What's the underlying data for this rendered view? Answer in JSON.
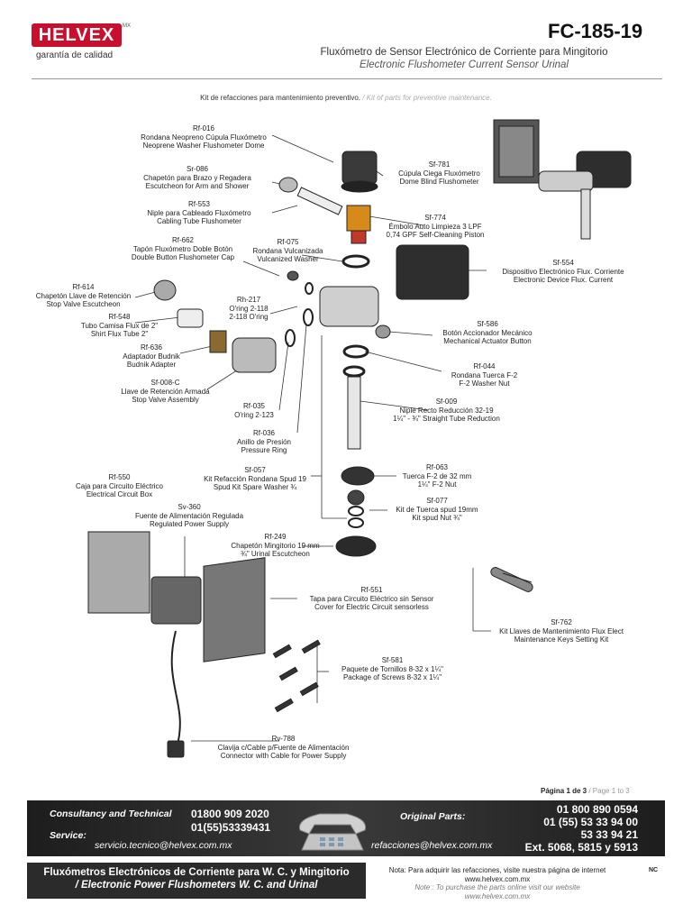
{
  "header": {
    "brand": "HELVEX",
    "brand_mark": "MX",
    "tagline": "garantía de calidad",
    "model": "FC-185-19",
    "title_es": "Fluxómetro de Sensor Electrónico de Corriente para Mingitorio",
    "title_en": "Electronic Flushometer Current Sensor Urinal",
    "kit_es": "Kit de refacciones para mantenimiento preventivo.",
    "kit_en": " / Kit of parts for preventive maintenance."
  },
  "parts": [
    {
      "code": "Rf-016",
      "es": "Rondana Neopreno Cúpula Fluxómetro",
      "en": "Neoprene Washer Flushometer Dome"
    },
    {
      "code": "Sr-086",
      "es": "Chapetón para Brazo y Regadera",
      "en": "Escutcheon for Arm and Shower"
    },
    {
      "code": "Rf-553",
      "es": "Niple para Cableado Fluxómetro",
      "en": "Cabling Tube Flushometer"
    },
    {
      "code": "Rf-662",
      "es": "Tapón Fluxómetro Doble Botón",
      "en": "Double Button Flushometer Cap"
    },
    {
      "code": "Rf-075",
      "es": "Rondana Vulcanizada",
      "en": "Vulcanized Washer"
    },
    {
      "code": "Sf-781",
      "es": "Cúpula Ciega Fluxómetro",
      "en": "Dome Blind Flushometer"
    },
    {
      "code": "Sf-774",
      "es": "Émbolo Auto Limpieza 3 LPF",
      "en": "0,74 GPF Self-Cleaning Piston"
    },
    {
      "code": "Rf-614",
      "es": "Chapetón Llave de Retención",
      "en": "Stop Valve Escutcheon"
    },
    {
      "code": "Rf-548",
      "es": "Tubo Camisa Flux de 2\"",
      "en": "Shirt Flux Tube 2\""
    },
    {
      "code": "Rh-217",
      "es": "O'ring 2-118",
      "en": "2-118 O'ring"
    },
    {
      "code": "Rf-636",
      "es": "Adaptador Budnik",
      "en": "Budnik Adapter"
    },
    {
      "code": "Sf-008-C",
      "es": "Llave de Retención Armada",
      "en": "Stop Valve Assembly"
    },
    {
      "code": "Rf-035",
      "es": "O'ring 2-123",
      "en": ""
    },
    {
      "code": "Rf-036",
      "es": "Anillo de Presión",
      "en": "Pressure Ring"
    },
    {
      "code": "Sf-554",
      "es": "Dispositivo Electrónico Flux. Corriente",
      "en": "Electronic Device Flux. Current"
    },
    {
      "code": "Sf-586",
      "es": "Botón Accionador Mecánico",
      "en": "Mechanical Actuator Button"
    },
    {
      "code": "Rf-044",
      "es": "Rondana Tuerca F-2",
      "en": "F-2 Washer Nut"
    },
    {
      "code": "Sf-009",
      "es": "Niple Recto Reducción 32-19",
      "en": "1¼\" - ¾\" Straight Tube Reduction"
    },
    {
      "code": "Sf-057",
      "es": "Kit Refacción Rondana Spud 19",
      "en": "Spud Kit Spare Washer ¾"
    },
    {
      "code": "Rf-063",
      "es": "Tuerca F-2 de 32 mm",
      "en": "1¼\" F-2 Nut"
    },
    {
      "code": "Sf-077",
      "es": "Kit de Tuerca spud 19mm",
      "en": "Kit spud Nut ¾\""
    },
    {
      "code": "Rf-550",
      "es": "Caja para Circuito Eléctrico",
      "en": "Electrical Circuit Box"
    },
    {
      "code": "Sv-360",
      "es": "Fuente de Alimentación Regulada",
      "en": "Regulated Power Supply"
    },
    {
      "code": "Rf-249",
      "es": "Chapetón Mingitorio 19 mm",
      "en": "¾\" Urinal Escutcheon"
    },
    {
      "code": "Rf-551",
      "es": "Tapa para Circuito Eléctrico sin Sensor",
      "en": "Cover for Electric Circuit sensorless"
    },
    {
      "code": "Sf-762",
      "es": "Kit Llaves de Mantenimiento Flux Elect",
      "en": "Maintenance Keys Setting Kit"
    },
    {
      "code": "Sf-581",
      "es": "Paquete de Tornillos 8-32 x 1¼\"",
      "en": "Package of Screws 8-32 x 1¼\""
    },
    {
      "code": "Rv-788",
      "es": "Clavija c/Cable p/Fuente de Alimentación",
      "en": "Connector with Cable for Power Supply"
    }
  ],
  "footer": {
    "page_es": "Página 1 de 3",
    "page_en": " / Page 1 to 3",
    "consult_1": "Consultancy and Technical",
    "consult_2": "Service:",
    "phone_1": "01800 909 2020",
    "phone_2": "01(55)53339431",
    "email_service": "servicio.tecnico@helvex.com.mx",
    "parts_title": "Original  Parts:",
    "parts_phone_1": "01 800 890 0594",
    "parts_phone_2": "01 (55) 53 33 94 00",
    "parts_phone_3": "53 33 94 21",
    "parts_phone_4": "Ext. 5068, 5815 y 5913",
    "email_parts": "refacciones@helvex.com.mx",
    "product_es": "Fluxómetros Electrónicos de Corriente para W. C. y Mingitorio",
    "product_en": "/ Electronic Power Flushometers W. C. and Urinal",
    "nota_es": "Nota: Para adquirir las refacciones, visite nuestra página de internet",
    "nota_url": "www.helvex.com.mx",
    "nota_en": "Note : To purchase the parts online visit our website",
    "nota_url_en": "www.helvex.com.mx",
    "nc": "NC"
  }
}
